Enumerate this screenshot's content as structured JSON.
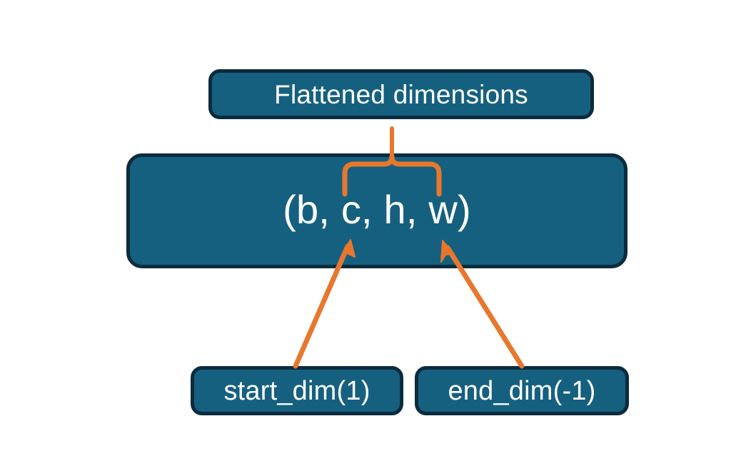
{
  "diagram": {
    "title": "Flatten start_dim / end_dim illustration",
    "background_color": "#ffffff",
    "box_fill_color": "#16607f",
    "box_border_color": "#0c2b3d",
    "accent_color": "#e8772e",
    "text_color": "#ffffff",
    "nodes": {
      "flattened": {
        "label": "Flattened dimensions",
        "role": "annotation-label-top"
      },
      "shape": {
        "label": "(b, c, h, w)",
        "role": "tensor-shape",
        "dims": [
          "b",
          "c",
          "h",
          "w"
        ]
      },
      "start_dim": {
        "label": "start_dim(1)",
        "role": "argument-label",
        "value": 1
      },
      "end_dim": {
        "label": "end_dim(-1)",
        "role": "argument-label",
        "value": -1
      }
    },
    "connectors": {
      "brace": {
        "name": "curly-brace",
        "color": "#e8772e",
        "spans_dims": [
          "c",
          "h",
          "w"
        ],
        "points_to": "flattened"
      },
      "arrow_start_dim": {
        "name": "arrow-start-dim-to-c",
        "color": "#e8772e",
        "from": "start_dim",
        "to": "c"
      },
      "arrow_end_dim": {
        "name": "arrow-end-dim-to-w",
        "color": "#e8772e",
        "from": "end_dim",
        "to": "w"
      }
    }
  }
}
